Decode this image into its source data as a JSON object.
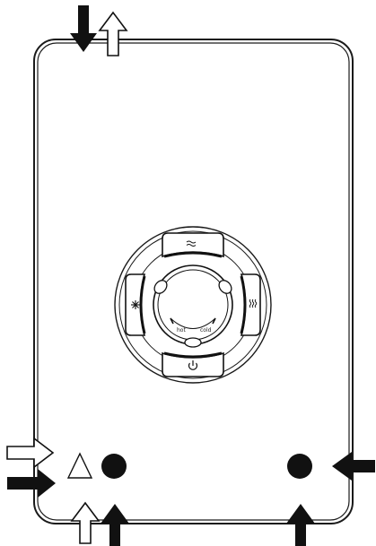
{
  "unit": {
    "dial": {
      "scale_hot_label": "hot",
      "scale_cold_label": "cold"
    },
    "buttons": {
      "top_icon": "waves-icon",
      "left_icon": "snowflake-icon",
      "right_icon": "heat-waves-icon",
      "bottom_icon": "power-icon"
    },
    "markers": [
      "triangle-marker",
      "left-circle-marker",
      "right-circle-marker"
    ]
  },
  "arrows": {
    "top": [
      "filled-down",
      "outline-up"
    ],
    "left": [
      "outline-right",
      "filled-right"
    ],
    "bottom_left": [
      "outline-up",
      "filled-up"
    ],
    "bottom_right": [
      "filled-up"
    ],
    "right": [
      "filled-left"
    ]
  },
  "colors": {
    "line": "#1a1a1a",
    "fill": "#ffffff",
    "dark": "#111111"
  }
}
